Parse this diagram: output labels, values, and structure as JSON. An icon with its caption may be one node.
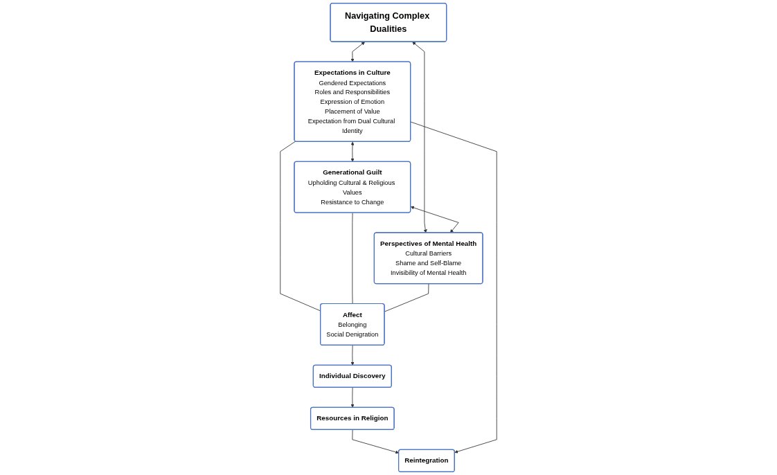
{
  "diagram": {
    "nodes": [
      {
        "text": [
          "Navigating Complex Dualities"
        ]
      },
      {
        "text": [
          "Expectations in Culture",
          "Gendered Expectations",
          "Roles and Responsibilities",
          "Expression of Emotion",
          "Placement of Value",
          "Expectation from Dual Cultural Identity"
        ]
      },
      {
        "text": [
          "Generational Guilt",
          "Upholding Cultural & Religious Values",
          "Resistance to Change"
        ]
      },
      {
        "text": [
          "Perspectives of Mental Health",
          "Cultural Barriers",
          "Shame and Self-Blame",
          "Invisibility of Mental Health"
        ]
      },
      {
        "text": [
          "Affect",
          "Belonging",
          "Social Denigration"
        ]
      },
      {
        "text": [
          "Individual Discovery"
        ]
      },
      {
        "text": [
          "Resources in Religion"
        ]
      },
      {
        "text": [
          "Reintegration"
        ]
      }
    ],
    "edges": [
      {
        "from": 0,
        "to": 1,
        "arrow": "both"
      },
      {
        "from": 0,
        "to": 3,
        "arrow": "both"
      },
      {
        "from": 1,
        "to": 2,
        "arrow": "both"
      },
      {
        "from": 2,
        "to": 3,
        "arrow": "both"
      },
      {
        "from": 1,
        "to": 4,
        "arrow": "none"
      },
      {
        "from": 2,
        "to": 4,
        "arrow": "none"
      },
      {
        "from": 3,
        "to": 4,
        "arrow": "none"
      },
      {
        "from": 4,
        "to": 5,
        "arrow": "to"
      },
      {
        "from": 5,
        "to": 6,
        "arrow": "to"
      },
      {
        "from": 6,
        "to": 7,
        "arrow": "to"
      },
      {
        "from": 1,
        "to": 7,
        "arrow": "to"
      }
    ]
  }
}
